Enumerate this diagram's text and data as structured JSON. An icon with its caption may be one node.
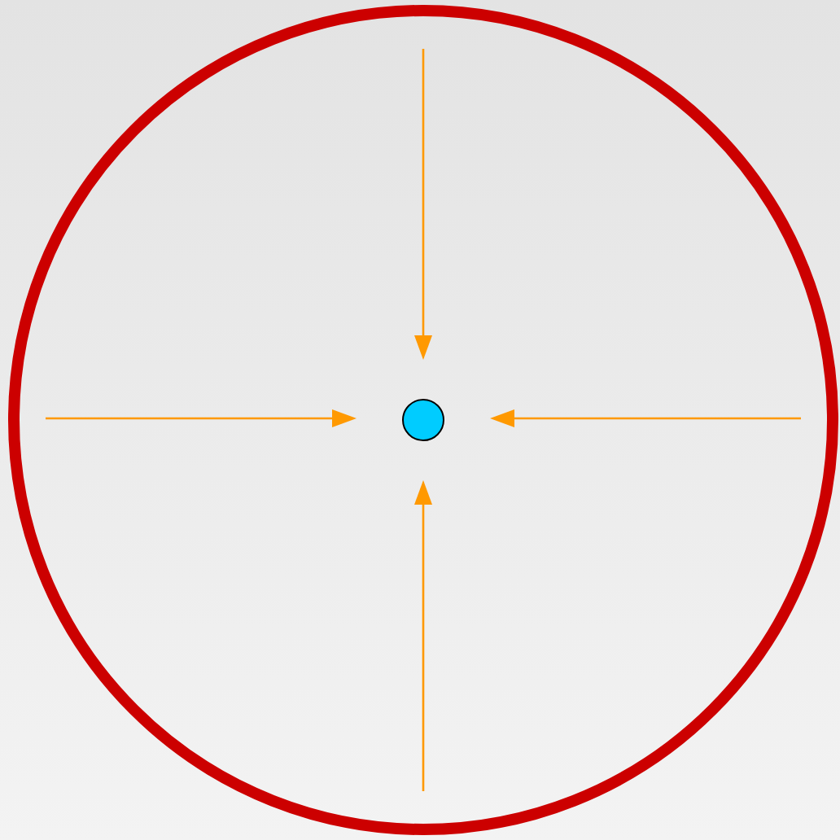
{
  "diagram": {
    "nodes": [
      {
        "text": [],
        "shape": "circle"
      },
      {
        "text": [],
        "shape": "circle",
        "in": 0
      }
    ]
  }
}
